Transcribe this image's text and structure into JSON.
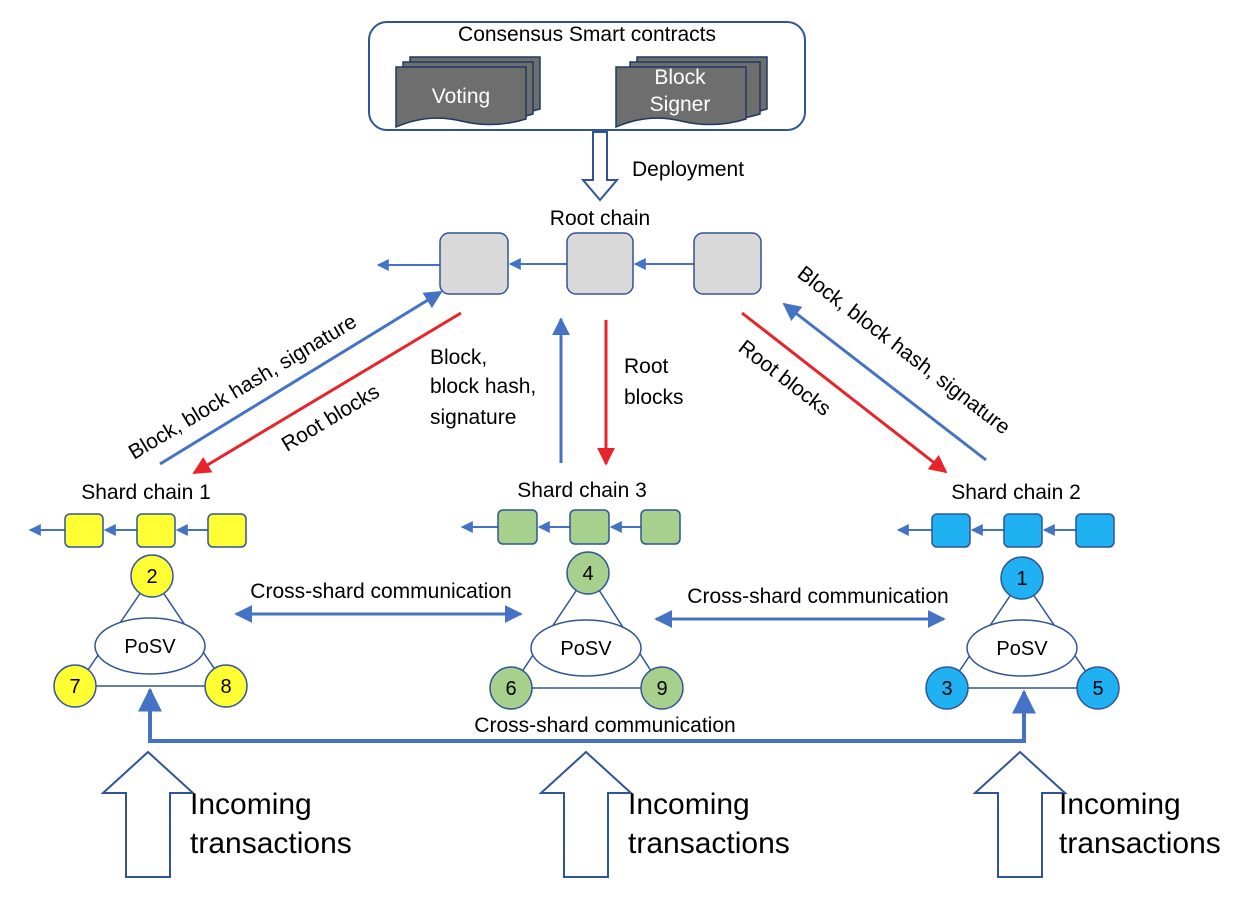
{
  "diagram": {
    "consensus_box": {
      "title": "Consensus Smart contracts",
      "voting_label": "Voting",
      "signer_line1": "Block",
      "signer_line2": "Signer"
    },
    "deployment_label": "Deployment",
    "root_chain_label": "Root chain",
    "arrow_labels": {
      "left_up_block": "Block, block hash, signature",
      "left_down_root": "Root blocks",
      "center_up_line1": "Block,",
      "center_up_line2": "block hash,",
      "center_up_line3": "signature",
      "center_down_line1": "Root",
      "center_down_line2": "blocks",
      "right_down_root": "Root blocks",
      "right_up_block": "Block, block hash, signature"
    },
    "shards": [
      {
        "name": "Shard chain 1",
        "color": "#ffff33",
        "top": "2",
        "left": "7",
        "right": "8",
        "center": "PoSV"
      },
      {
        "name": "Shard chain 3",
        "color": "#a8d08d",
        "top": "4",
        "left": "6",
        "right": "9",
        "center": "PoSV"
      },
      {
        "name": "Shard chain 2",
        "color": "#1fb1f1",
        "top": "1",
        "left": "3",
        "right": "5",
        "center": "PoSV"
      }
    ],
    "cross_shard": {
      "left": "Cross-shard communication",
      "right": "Cross-shard communication",
      "bottom": "Cross-shard communication"
    },
    "incoming": {
      "line1": "Incoming",
      "line2": "transactions"
    },
    "colors": {
      "blue_arrow": "#4472c4",
      "red_arrow": "#e8242b",
      "root_block": "#d9d9d9",
      "contract_card": "#6e6e6e"
    }
  }
}
